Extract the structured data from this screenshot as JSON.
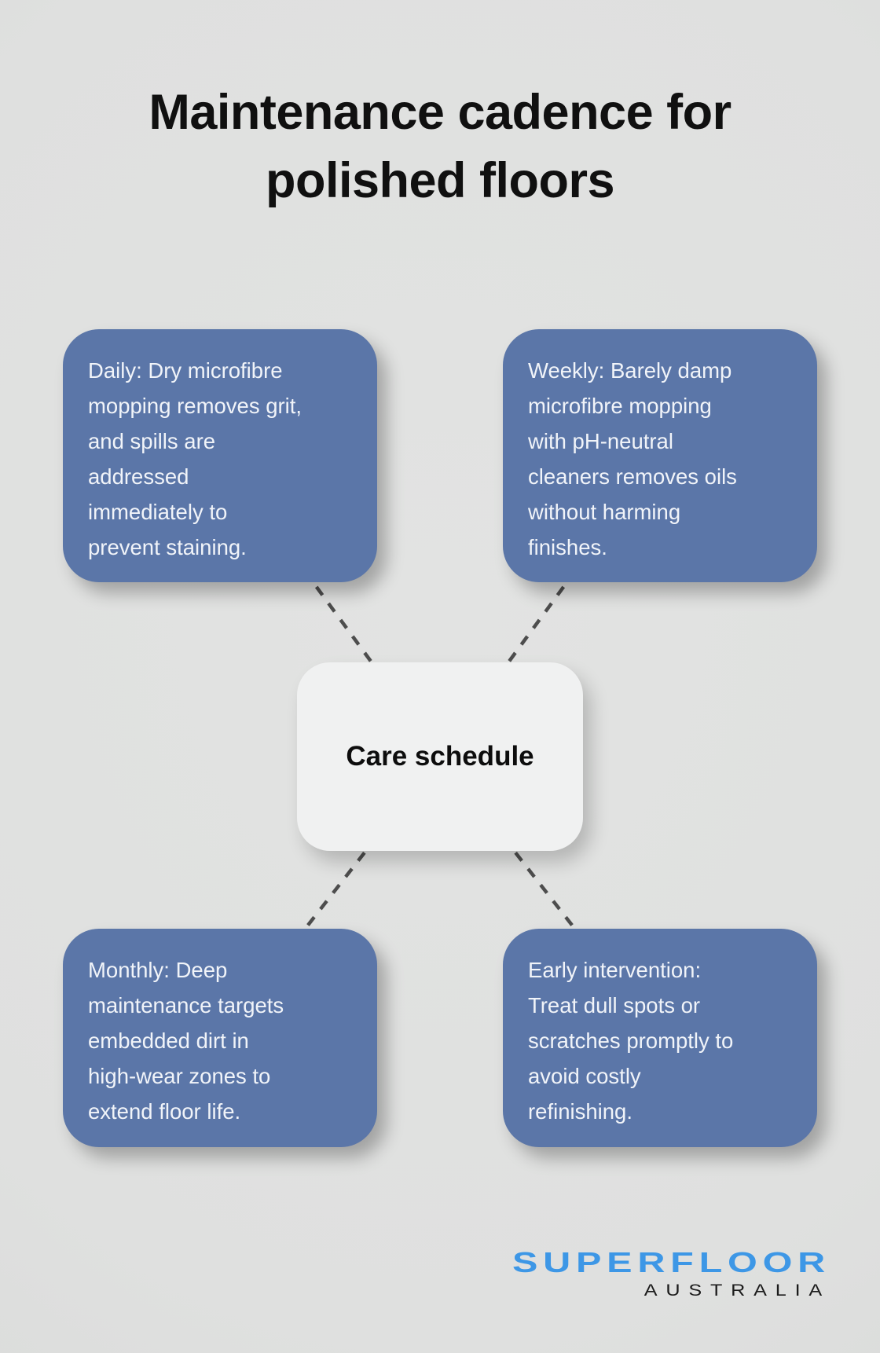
{
  "title": "Maintenance cadence for\npolished floors",
  "center": {
    "label": "Care schedule"
  },
  "nodes": [
    {
      "id": "daily",
      "text": "Daily: Dry microfibre\nmopping removes grit,\nand spills are\naddressed\nimmediately to\nprevent staining."
    },
    {
      "id": "weekly",
      "text": "Weekly: Barely damp\nmicrofibre mopping\nwith pH-neutral\ncleaners removes oils\nwithout harming\nfinishes."
    },
    {
      "id": "monthly",
      "text": "Monthly: Deep\nmaintenance targets\nembedded dirt in\nhigh-wear zones to\nextend floor life."
    },
    {
      "id": "early",
      "text": "Early intervention:\nTreat dull spots or\nscratches promptly to\navoid costly\nrefinishing."
    }
  ],
  "logo": {
    "brand": "SUPERFLOOR",
    "region": "AUSTRALIA"
  },
  "colors": {
    "background": "#dfe0df",
    "node_fill": "#5b76a8",
    "node_text": "#f1f4f9",
    "center_fill": "#f0f1f1",
    "center_text": "#0d0d0d",
    "connector": "#4d4d4d",
    "title_text": "#101010",
    "brand_blue": "#3d97e6",
    "brand_black": "#1b1b1b"
  }
}
